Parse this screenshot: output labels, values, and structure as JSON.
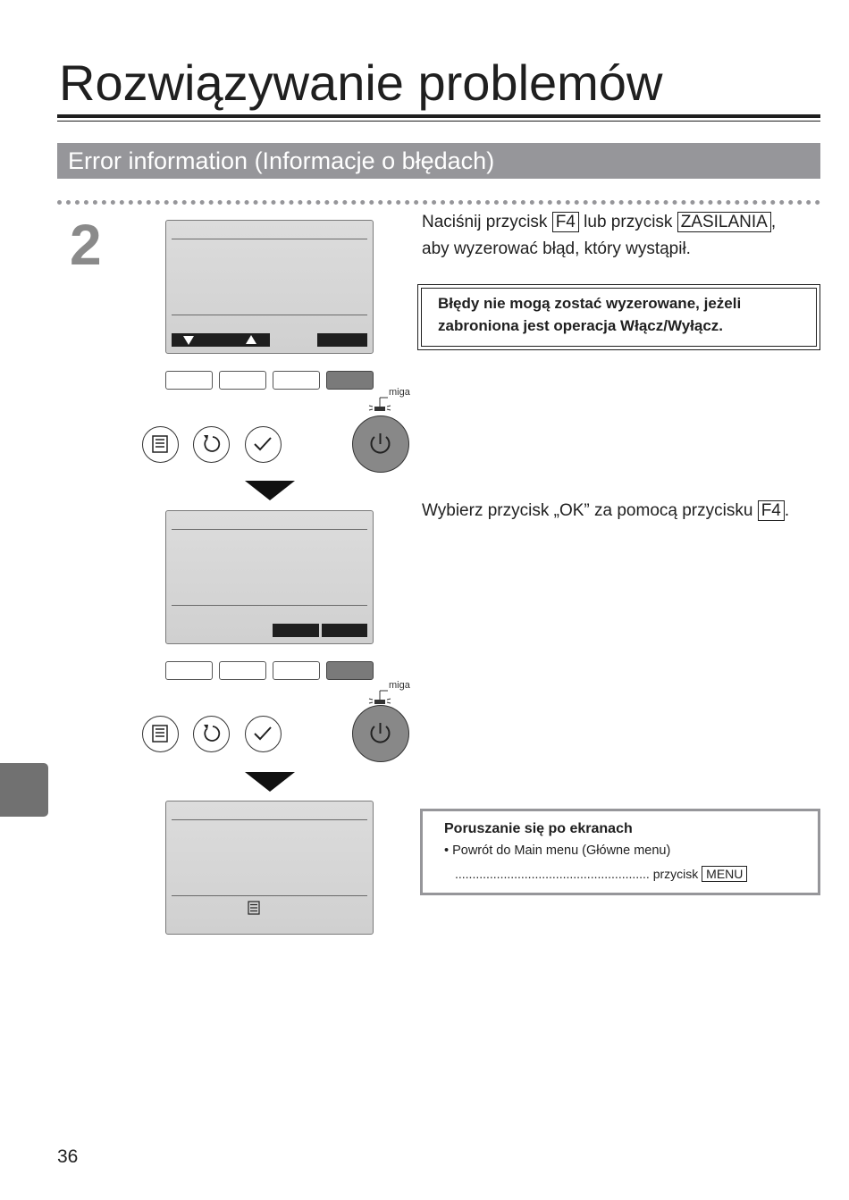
{
  "page": {
    "title": "Rozwiązywanie problemów",
    "section_title": "Error information (Informacje o błędach)",
    "step_number": "2",
    "page_number": "36"
  },
  "step1": {
    "text_a": "Naciśnij przycisk ",
    "key_f4": "F4",
    "text_b": " lub przycisk ",
    "key_power": "ZASILANIA",
    "text_c": ",",
    "line2": "aby wyzerować błąd, który wystąpił."
  },
  "warning": {
    "line1": "Błędy nie mogą zostać wyzerowane, jeżeli",
    "line2": "zabroniona jest operacja Włącz/Wyłącz."
  },
  "step2": {
    "text_a": "Wybierz przycisk „OK” za pomocą przycisku ",
    "key": "F4",
    "text_b": "."
  },
  "blink_label": "miga",
  "navigation": {
    "title": "Poruszanie się po ekranach",
    "item": "• Powrót do Main menu (Główne menu)",
    "leader": "........................................................ przycisk ",
    "key": "MENU"
  },
  "colors": {
    "section_bar": "#96969a",
    "side_tab": "#717171",
    "power_button": "#888888"
  },
  "icons": [
    "down-arrow-icon",
    "up-arrow-icon",
    "menu-icon",
    "return-icon",
    "check-icon",
    "power-icon",
    "blink-indicator-icon"
  ]
}
